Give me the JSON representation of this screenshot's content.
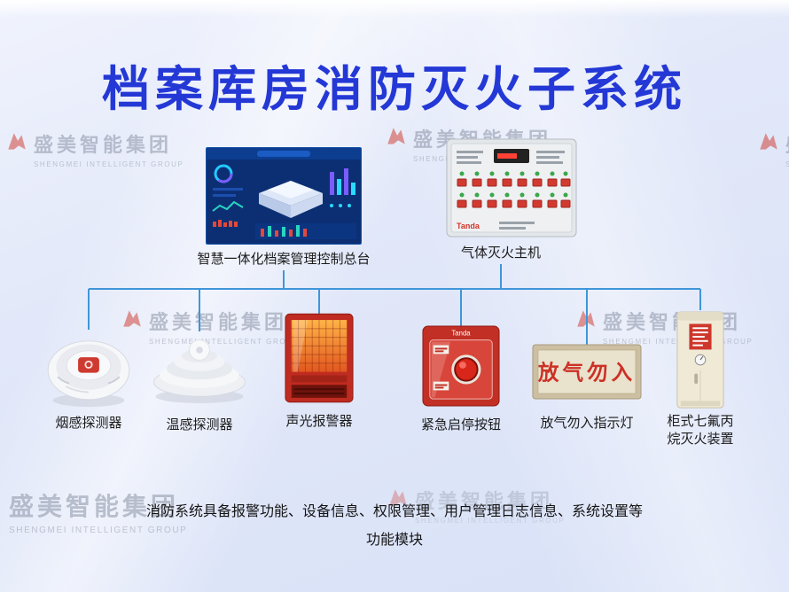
{
  "title": "档案库房消防灭火子系统",
  "watermark": {
    "cn": "盛美智能集团",
    "en": "SHENGMEI INTELLIGENT GROUP"
  },
  "top_devices": {
    "console": {
      "label": "智慧一体化档案管理控制总台"
    },
    "gas_host": {
      "label": "气体灭火主机",
      "brand": "Tanda"
    }
  },
  "devices": [
    {
      "id": "smoke-detector",
      "label": "烟感探测器"
    },
    {
      "id": "heat-detector",
      "label": "温感探测器"
    },
    {
      "id": "sound-light-alarm",
      "label": "声光报警器"
    },
    {
      "id": "emergency-start-stop-button",
      "label": "紧急启停按钮",
      "brand": "Tanda"
    },
    {
      "id": "gas-release-warning-light",
      "label": "放气勿入指示灯",
      "sign_text": "放气勿入"
    },
    {
      "id": "cabinet-hfc227ea-unit",
      "label": "柜式七氟丙烷灭火装置"
    }
  ],
  "footer": {
    "line1": "消防系统具备报警功能、设备信息、权限管理、用户管理日志信息、系统设置等",
    "line2": "功能模块"
  },
  "colors": {
    "title_blue": "#2438d6",
    "connector_blue": "#3f96d9",
    "alarm_red": "#c22f24",
    "sign_text_red": "#cc3126",
    "watermark_gray": "#828b9e"
  }
}
